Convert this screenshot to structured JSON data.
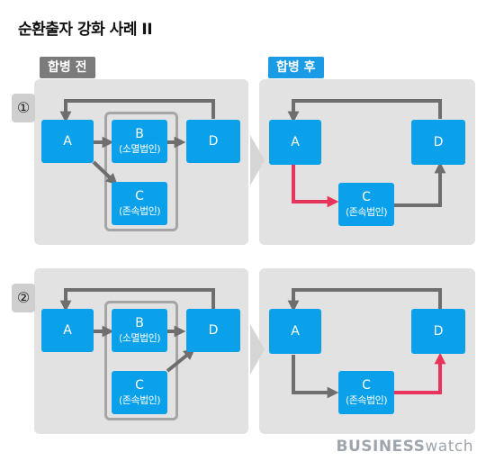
{
  "title": "순환출자 강화 사례 II",
  "tags": {
    "before": "합병 전",
    "after": "합병 후"
  },
  "cases": [
    "①",
    "②"
  ],
  "nodes": {
    "A": "A",
    "B": "B",
    "B_sub": "(소멸법인)",
    "C": "C",
    "C_sub": "(존속법인)",
    "D": "D"
  },
  "logo": {
    "part1": "BUSINESS",
    "part2": "watch"
  },
  "colors": {
    "node": "#0aa0ea",
    "arrow": "#6e6e6e",
    "highlight": "#e8345a",
    "panel": "#e2e2e2"
  }
}
